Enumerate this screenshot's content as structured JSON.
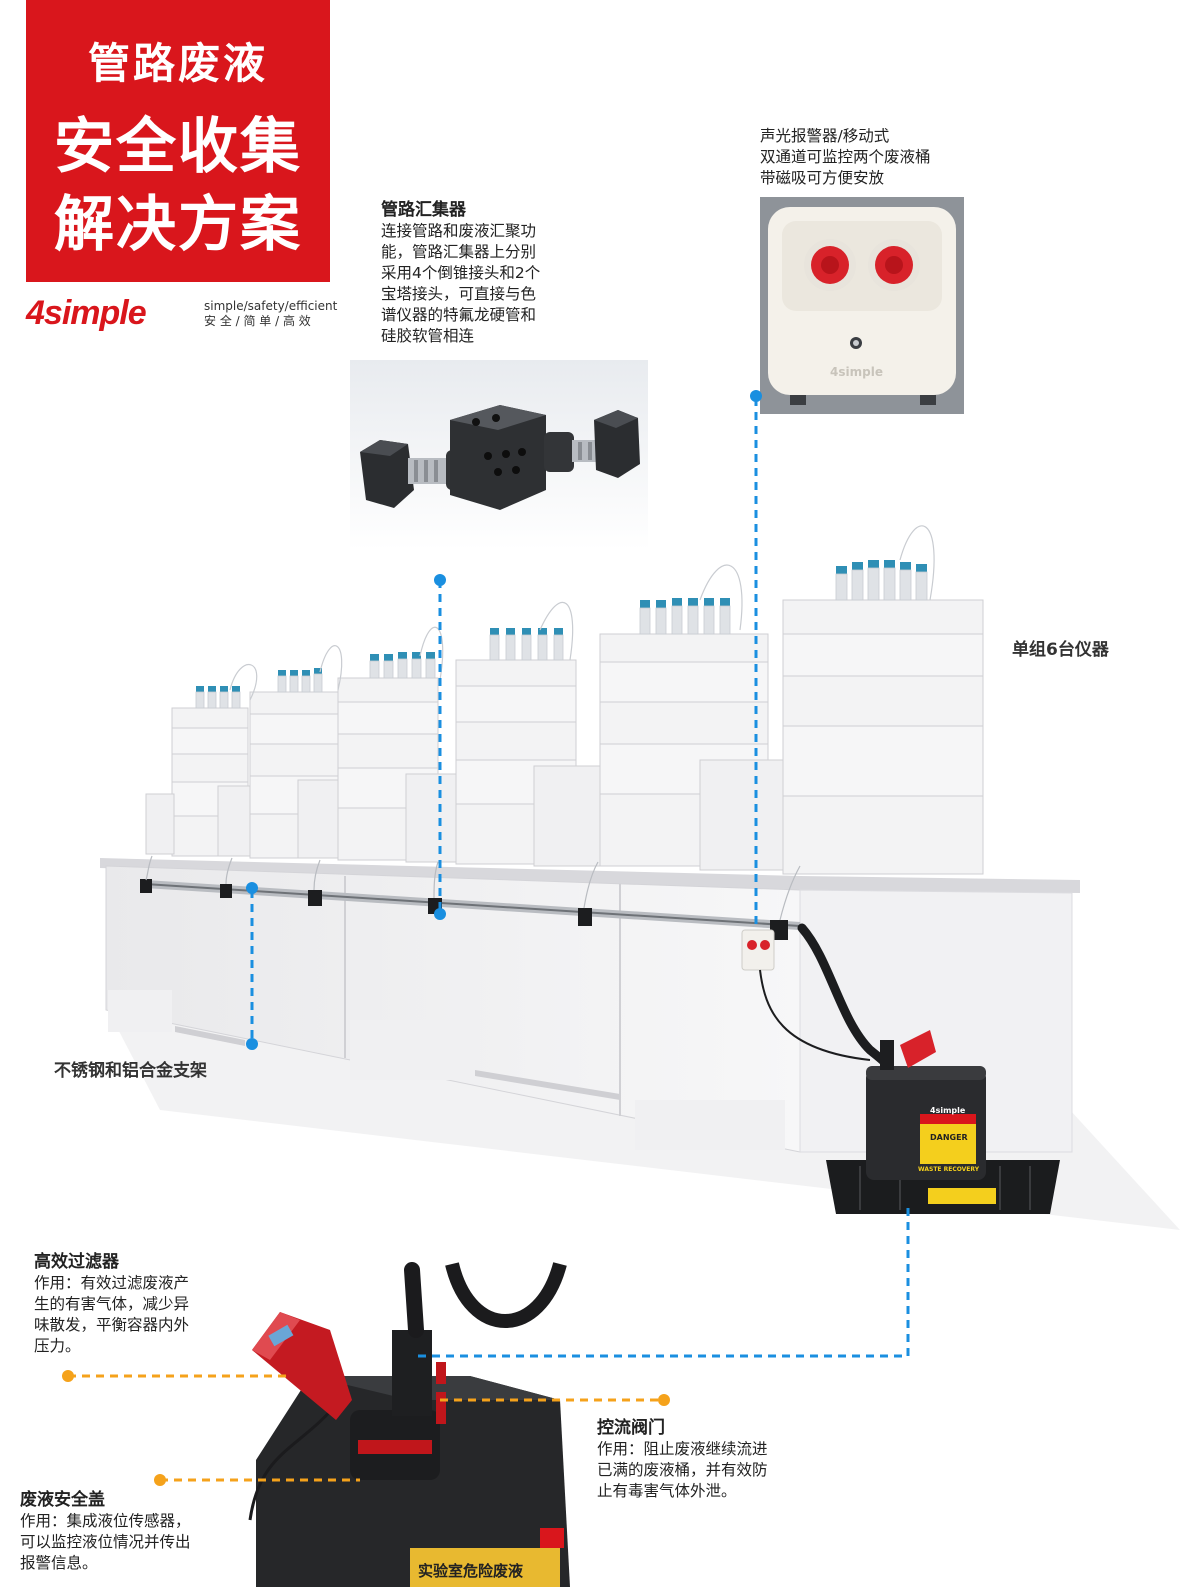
{
  "title": {
    "line1": "管路废液",
    "line2": "安全收集",
    "line3": "解决方案"
  },
  "brand": {
    "logo": "4simple",
    "slogan_en": "simple/safety/efficient",
    "slogan_cn": "安 全 / 简 单 / 高 效"
  },
  "collector": {
    "heading": "管路汇集器",
    "lines": [
      "连接管路和废液汇聚功",
      "能，管路汇集器上分别",
      "采用4个倒锥接头和2个",
      "宝塔接头，可直接与色",
      "谱仪器的特氟龙硬管和",
      "硅胶软管相连"
    ]
  },
  "alarm": {
    "lines": [
      "声光报警器/移动式",
      "双通道可监控两个废液桶",
      "带磁吸可方便安放"
    ],
    "device_brand": "4simple"
  },
  "instruments_label": "单组6台仪器",
  "support_label": "不锈钢和铝合金支架",
  "filter": {
    "heading": "高效过滤器",
    "lines": [
      "作用：有效过滤废液产",
      "生的有害气体，减少异",
      "味散发，平衡容器内外",
      "压力。"
    ]
  },
  "valve": {
    "heading": "控流阀门",
    "lines": [
      "作用：阻止废液继续流进",
      "已满的废液桶，并有效防",
      "止有毒害气体外泄。"
    ]
  },
  "cap": {
    "heading": "废液安全盖",
    "lines": [
      "作用：集成液位传感器，",
      "可以监控液位情况并传出",
      "报警信息。"
    ]
  },
  "container": {
    "brand": "4simple",
    "danger": "DANGER",
    "waste_text": "WASTE RECOVERY",
    "big_label": "实验室危险废液"
  },
  "colors": {
    "brand_red": "#d9161c",
    "line_blue": "#1a8fe0",
    "line_orange": "#f5a21b"
  }
}
